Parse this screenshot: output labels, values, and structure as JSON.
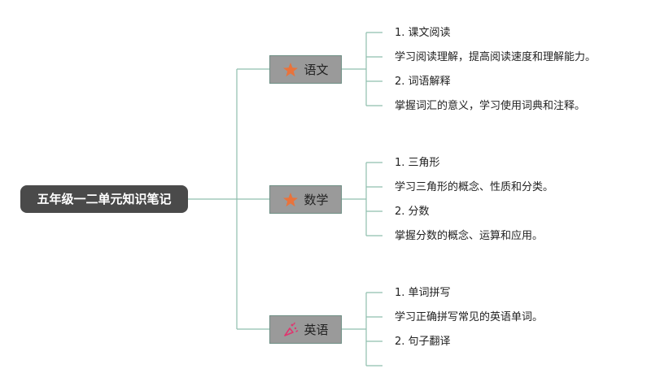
{
  "root": {
    "title": "五年级一二单元知识笔记"
  },
  "branches": [
    {
      "label": "语文",
      "icon": "star-icon",
      "icon_color": "#e8733c",
      "items": [
        "1. 课文阅读",
        "学习阅读理解，提高阅读速度和理解能力。",
        "2. 词语解释",
        "掌握词汇的意义，学习使用词典和注释。"
      ]
    },
    {
      "label": "数学",
      "icon": "star-icon",
      "icon_color": "#e8733c",
      "items": [
        "1. 三角形",
        "学习三角形的概念、性质和分类。",
        "2. 分数",
        "掌握分数的概念、运算和应用。"
      ]
    },
    {
      "label": "英语",
      "icon": "celebration-icon",
      "icon_color": "#e0356f",
      "items": [
        "1. 单词拼写",
        "学习正确拼写常见的英语单词。",
        "2. 句子翻译",
        ""
      ]
    }
  ],
  "colors": {
    "connector": "#8fbfae",
    "root_bg": "#4a4a4a",
    "branch_bg": "#9a9a9a"
  }
}
